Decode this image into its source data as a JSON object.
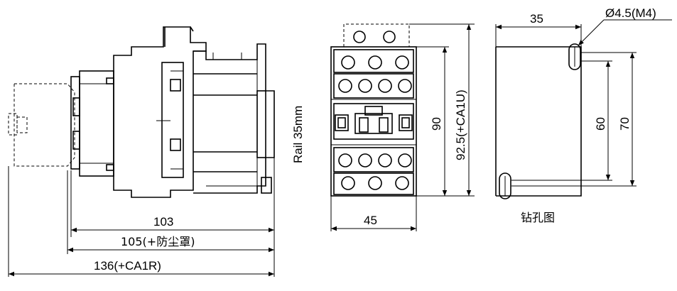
{
  "dimensions": {
    "d103": "103",
    "d105": "105(+防尘罩)",
    "d136": "136(+CA1R)",
    "d45": "45",
    "d90": "90",
    "d925": "92.5(+CA1U)",
    "d35": "35",
    "dhole": "Ø4.5(M4)",
    "d60": "60",
    "d70": "70"
  },
  "labels": {
    "rail": "Rail 35mm",
    "drill": "钻孔图"
  }
}
